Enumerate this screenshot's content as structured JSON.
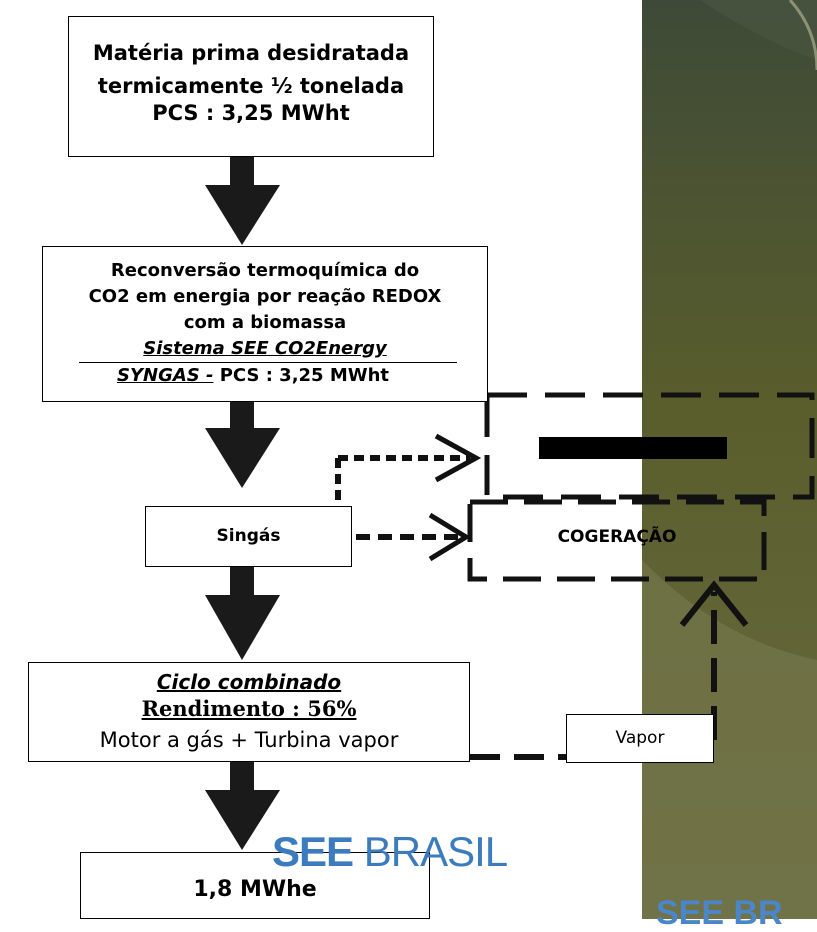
{
  "box_input": {
    "line1": "Matéria prima desidratada",
    "line2": "termicamente ½ tonelada",
    "line3": "PCS : 3,25 MWht"
  },
  "box_reconversion": {
    "line1": "Reconversão termoquímica do",
    "line2": "CO2 em energia por reação REDOX",
    "line3": "com a biomassa",
    "line4": "Sistema SEE CO2Energy",
    "line5_prefix": "SYNGAS -",
    "line5_suffix": " PCS : 3,25 MWht"
  },
  "box_syngas": {
    "label": "Singás"
  },
  "box_cogeneration": {
    "label": "COGERAÇÃO"
  },
  "box_combined_cycle": {
    "title": "Ciclo combinado",
    "efficiency": "Rendimento : 56%",
    "detail": "Motor a gás + Turbina vapor"
  },
  "box_vapor": {
    "label": "Vapor"
  },
  "box_output": {
    "label": "1,8 MWhe"
  },
  "brand": {
    "see": "SEE",
    "brasil": "BRASIL",
    "corner": "SEE BR"
  },
  "colors": {
    "panel_top": "#4f5233",
    "panel_mid": "#565a2c",
    "panel_bottom": "#6c6f40",
    "brand_blue": "#3d7bbf",
    "arrow": "#1a1a1a"
  }
}
